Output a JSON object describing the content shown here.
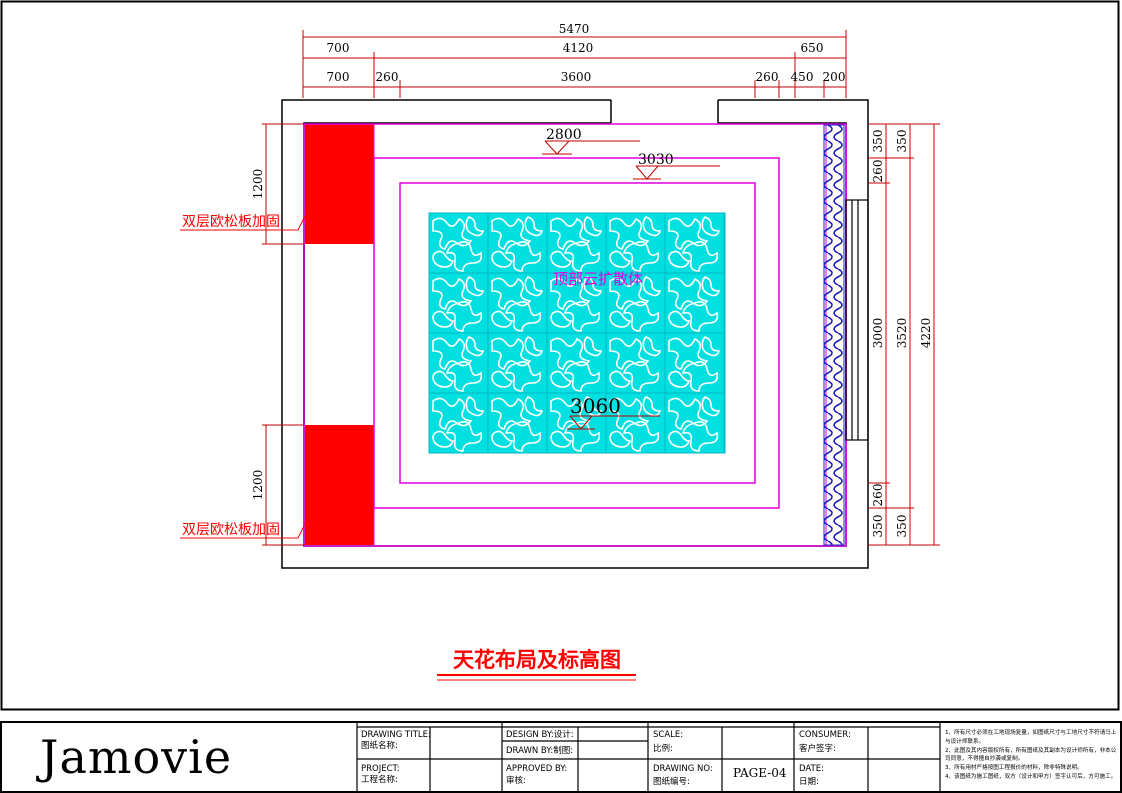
{
  "drawing": {
    "top_overall": "5470",
    "top_row2": [
      "700",
      "4120",
      "650"
    ],
    "top_row3": [
      "700",
      "260",
      "3600",
      "260",
      "450",
      "200"
    ],
    "left_dims": [
      "1200",
      "1200"
    ],
    "right_dims_inner": [
      "350",
      "260",
      "3000",
      "260",
      "350"
    ],
    "right_dims_mid": [
      "350",
      "3520",
      "350"
    ],
    "right_overall": "4220",
    "red_labels": [
      "双层欧松板加固",
      "双层欧松板加固"
    ],
    "elev_2800": "2800",
    "elev_3030": "3030",
    "elev_3060": "3060",
    "ceiling_note": "顶部云扩散体",
    "title": "天花布局及标高图"
  },
  "colors": {
    "red": "#ff0000",
    "magenta": "#e000e0",
    "cyan": "#00d8d8",
    "blue": "#2020c0"
  },
  "title_block": {
    "brand": "Jamovie",
    "drawing_title_en": "DRAWING TITLE:",
    "drawing_title_cn": "图纸名称:",
    "project_en": "PROJECT:",
    "project_cn": "工程名称:",
    "design_by": "DESIGN BY:设计:",
    "drawn_by": "DRAWN BY:制图:",
    "approved_by": "APPROVED BY:",
    "approved_cn": "审核:",
    "scale_en": "SCALE:",
    "scale_cn": "比例:",
    "drawing_no_en": "DRAWING NO:",
    "drawing_no_cn": "图纸编号:",
    "page": "PAGE-04",
    "consumer_en": "CONSUMER:",
    "consumer_cn": "客户签字:",
    "date_en": "DATE:",
    "date_cn": "日期:",
    "notes": [
      "1、所有尺寸必须在工地现场复量，如图纸尺寸与工地尺寸不符请马上与设计师联系。",
      "2、此图及其内容版权所有，所有图纸及其副本为设计师所有，非本公司同意，不得擅自抄袭或复制。",
      "3、所有用材严格按图工程报价的材料，除非特殊说明。",
      "4、该图纸为施工图纸，双方（设计和甲方）签字认可后，方可施工。"
    ]
  }
}
